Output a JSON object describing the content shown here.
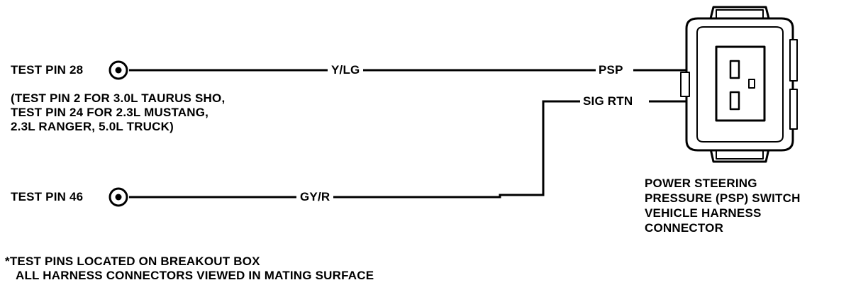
{
  "pins": {
    "pin28": {
      "label": "TEST PIN 28"
    },
    "pin46": {
      "label": "TEST PIN 46"
    }
  },
  "pin_note": {
    "lines": [
      "(TEST PIN 2 FOR 3.0L TAURUS SHO,",
      "TEST PIN 24 FOR 2.3L MUSTANG,",
      "2.3L RANGER, 5.0L TRUCK)"
    ]
  },
  "wires": {
    "ylg": {
      "color_code": "Y/LG"
    },
    "gyr": {
      "color_code": "GY/R"
    }
  },
  "connector_terminals": {
    "psp": {
      "label": "PSP"
    },
    "sig_rtn": {
      "label": "SIG RTN"
    }
  },
  "connector_caption": {
    "lines": [
      "POWER STEERING",
      "PRESSURE (PSP) SWITCH",
      "VEHICLE HARNESS",
      "CONNECTOR"
    ]
  },
  "footnotes": {
    "lines": [
      "*TEST PINS LOCATED ON BREAKOUT BOX",
      "ALL HARNESS CONNECTORS VIEWED IN MATING SURFACE"
    ]
  }
}
